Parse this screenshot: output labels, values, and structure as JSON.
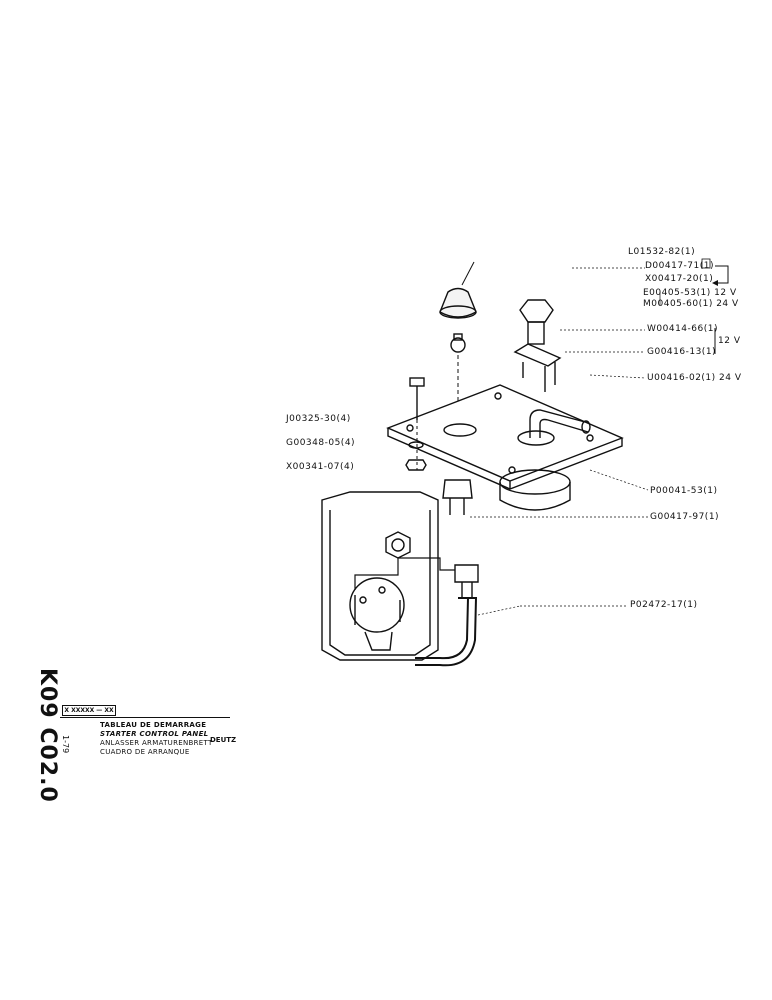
{
  "page_code": "K09 C02.0",
  "date": "1-79",
  "ref_box": "X XXXXX — XX",
  "title_lines": [
    "TABLEAU DE DEMARRAGE",
    "STARTER CONTROL PANEL",
    "ANLASSER ARMATURENBRETT",
    "CUADRO DE ARRANQUE"
  ],
  "brand": "DEUTZ",
  "voltage_12v_bracket": "12 V",
  "callouts": {
    "l01532": "L01532-82(1)",
    "d00417": "D00417-71(1)",
    "x00417": "X00417-20(1)",
    "e00405": "E00405-53(1) 12 V",
    "m00405": "M00405-60(1) 24 V",
    "w00414": "W00414-66(1)",
    "g00416": "G00416-13(1)",
    "u00416": "U00416-02(1) 24 V",
    "j00325": "J00325-30(4)",
    "g00348": "G00348-05(4)",
    "x00341": "X00341-07(4)",
    "p00041": "P00041-53(1)",
    "g00417": "G00417-97(1)",
    "p02472": "P02472-17(1)"
  }
}
